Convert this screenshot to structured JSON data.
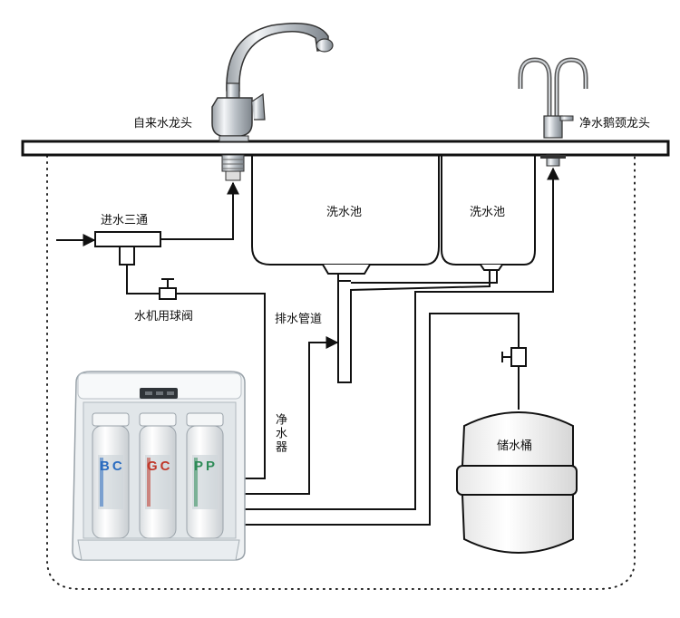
{
  "labels": {
    "tap_water_faucet": "自来水龙头",
    "purified_gooseneck_faucet": "净水鹅颈龙头",
    "sink_left": "洗水池",
    "sink_right": "洗水池",
    "inlet_tee": "进水三通",
    "ball_valve": "水机用球阀",
    "drain_pipe": "排水管道",
    "purifier": "净水器",
    "storage_tank": "储水桶"
  },
  "filters": [
    {
      "code": "BC",
      "color": "#2b6cc0"
    },
    {
      "code": "GC",
      "color": "#c0392b"
    },
    {
      "code": "PP",
      "color": "#2e8b57"
    }
  ],
  "colors": {
    "line": "#111111",
    "countertop_fill": "#ffffff",
    "purifier_body": "#ecf0f2",
    "tank_body": "#f4f4f4"
  }
}
